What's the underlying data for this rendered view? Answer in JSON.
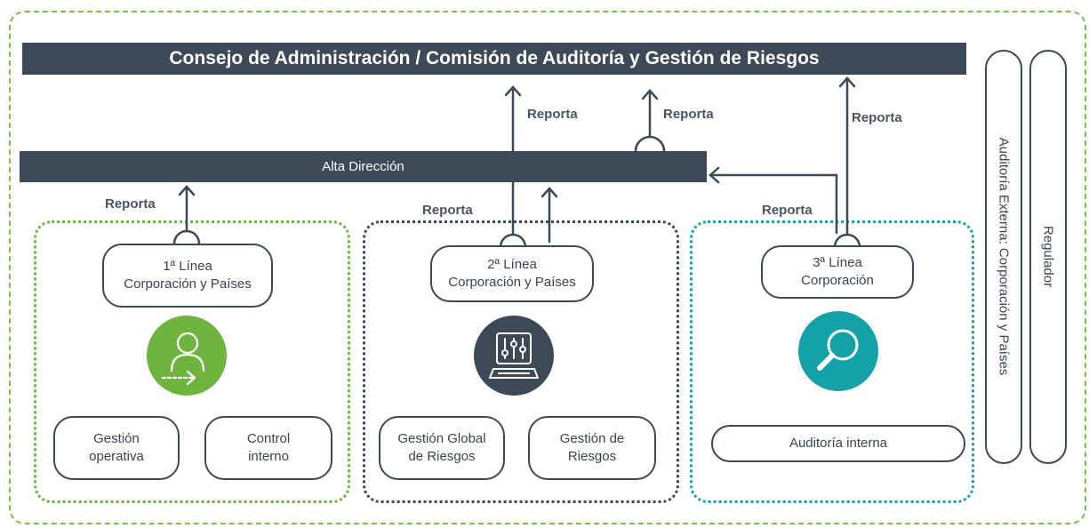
{
  "board": {
    "label": "Consejo de Administración / Comisión de Auditoría y Gestión de Riesgos"
  },
  "senior_management": {
    "label": "Alta Dirección"
  },
  "report_label": "Reporta",
  "line1": {
    "title_line1": "1ª Línea",
    "title_line2": "Corporación y Países",
    "functions": [
      {
        "line1": "Gestión",
        "line2": "operativa"
      },
      {
        "line1": "Control",
        "line2": "interno"
      }
    ],
    "icon": "person-arrow-icon",
    "color": "#6fb43f"
  },
  "line2": {
    "title_line1": "2ª Línea",
    "title_line2": "Corporación y Países",
    "functions": [
      {
        "line1": "Gestión Global",
        "line2": "de Riesgos"
      },
      {
        "line1": "Gestión de",
        "line2": "Riesgos"
      }
    ],
    "icon": "control-panel-icon",
    "color": "#3e4957"
  },
  "line3": {
    "title_line1": "3ª Línea",
    "title_line2": "Corporación",
    "functions": [
      {
        "line1": "Auditoría interna"
      }
    ],
    "icon": "magnifier-icon",
    "color": "#14a2a8"
  },
  "external_audit": {
    "label": "Auditoría Externa: Corporación y Países"
  },
  "regulator": {
    "label": "Regulador"
  },
  "colors": {
    "dark": "#3e4957",
    "frame": "#7cbf4a"
  }
}
